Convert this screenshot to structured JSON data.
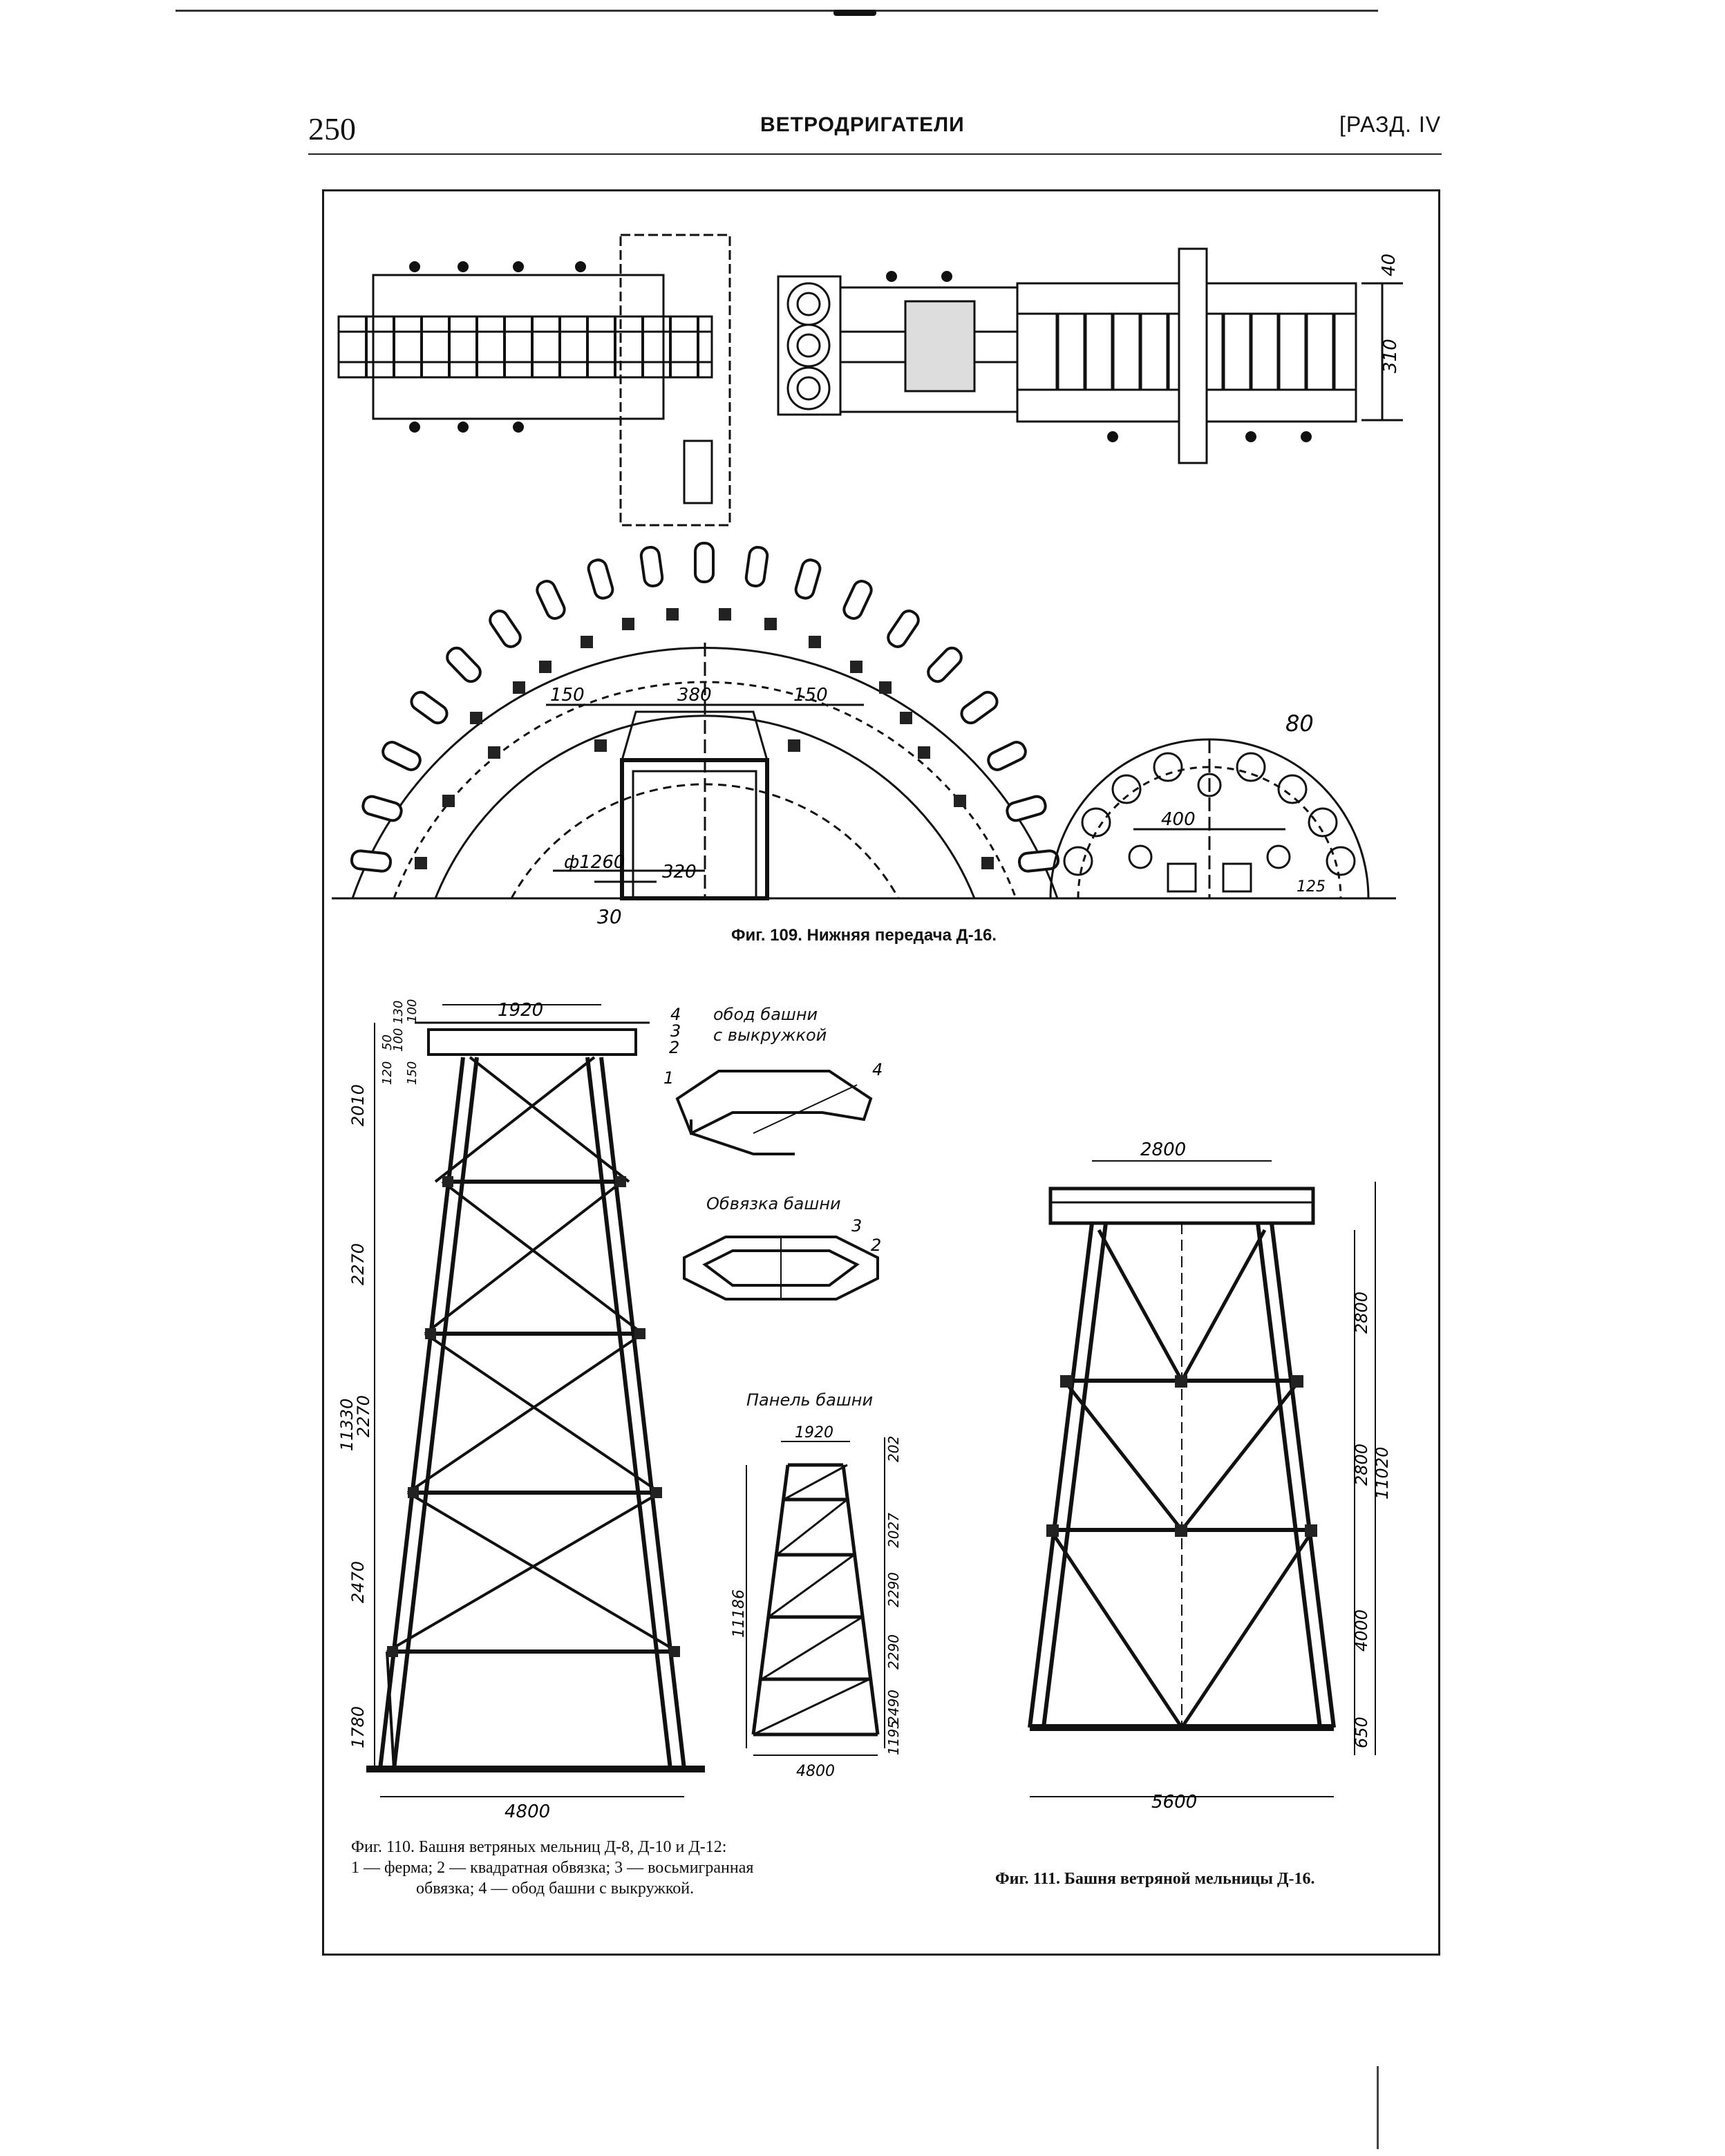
{
  "header": {
    "page_number": "250",
    "running_title": "ВЕТРОДРИГАТЕЛИ",
    "section": "[РАЗД. IV"
  },
  "fig109": {
    "caption": "Фиг. 109. Нижняя передача Д-16.",
    "dims": {
      "d40": "40",
      "d310": "310",
      "d150a": "150",
      "d380": "380",
      "d150b": "150",
      "d80": "80",
      "d400": "400",
      "d1260": "ф1260",
      "d320": "320",
      "d30": "30",
      "d125": "125"
    }
  },
  "fig110": {
    "caption_lines": [
      "Фиг. 110. Башня ветряных мельниц Д-8, Д-10 и Д-12:",
      "1 — ферма; 2 — квадратная обвязка; 3 — восьмигранная",
      "обвязка; 4 — обод башни с выкружкой."
    ],
    "dims": {
      "top_width": "1920",
      "base_width": "4800",
      "total_height": "11330",
      "seg1": "2010",
      "seg2": "2270",
      "seg3": "2270",
      "seg4": "2470",
      "seg5": "1780",
      "small_130": "130",
      "small_100a": "100",
      "small_100b": "100",
      "small_50": "50",
      "small_120": "120",
      "small_150": "150"
    },
    "callouts": {
      "n1": "1",
      "n2": "2",
      "n3": "3",
      "n4": "4"
    },
    "inset_rim_title_1": "обод башни",
    "inset_rim_title_2": "с выкружкой",
    "inset_rim_num": "4",
    "inset_frame_title": "Обвязка башни",
    "inset_frame_num3": "3",
    "inset_frame_num2": "2",
    "panel_title": "Панель башни",
    "panel_dims": {
      "top": "1920",
      "base": "4800",
      "height": "11186",
      "p1": "202",
      "p2": "2027",
      "p3": "2290",
      "p4": "2290",
      "p5": "2490",
      "p6": "1195"
    }
  },
  "fig111": {
    "caption": "Фиг. 111. Башня ветряной мельницы Д-16.",
    "dims": {
      "top_width": "2800",
      "base_width": "5600",
      "total_height": "11020",
      "seg1": "2800",
      "seg2": "2800",
      "seg3": "4000",
      "seg4": "650"
    }
  }
}
